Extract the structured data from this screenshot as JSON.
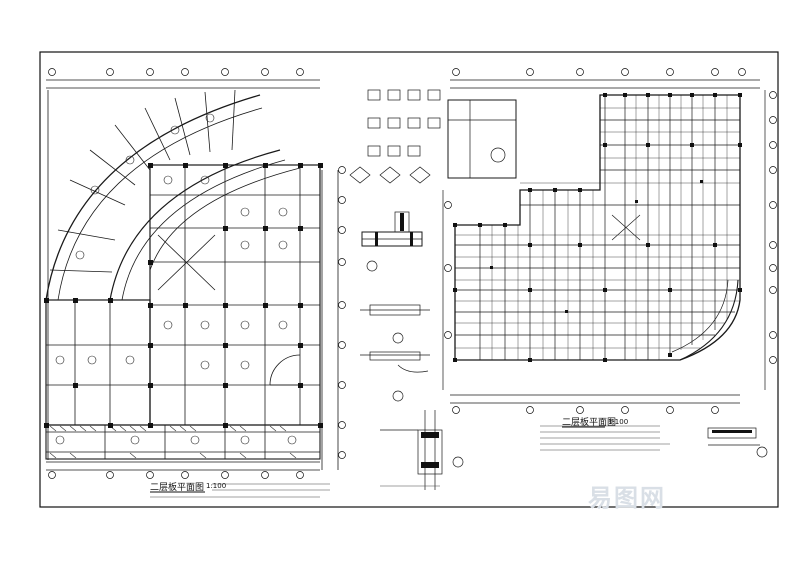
{
  "drawing": {
    "left_plan": {
      "title": "二层板平面图",
      "scale": "1:100"
    },
    "right_plan": {
      "title": "二层板平面图",
      "scale": "1:100"
    },
    "watermark": "易图网"
  },
  "colors": {
    "line": "#1a1a1a",
    "thin": "#555555",
    "hatch": "#333333",
    "watermark": "#d9dfe6"
  }
}
